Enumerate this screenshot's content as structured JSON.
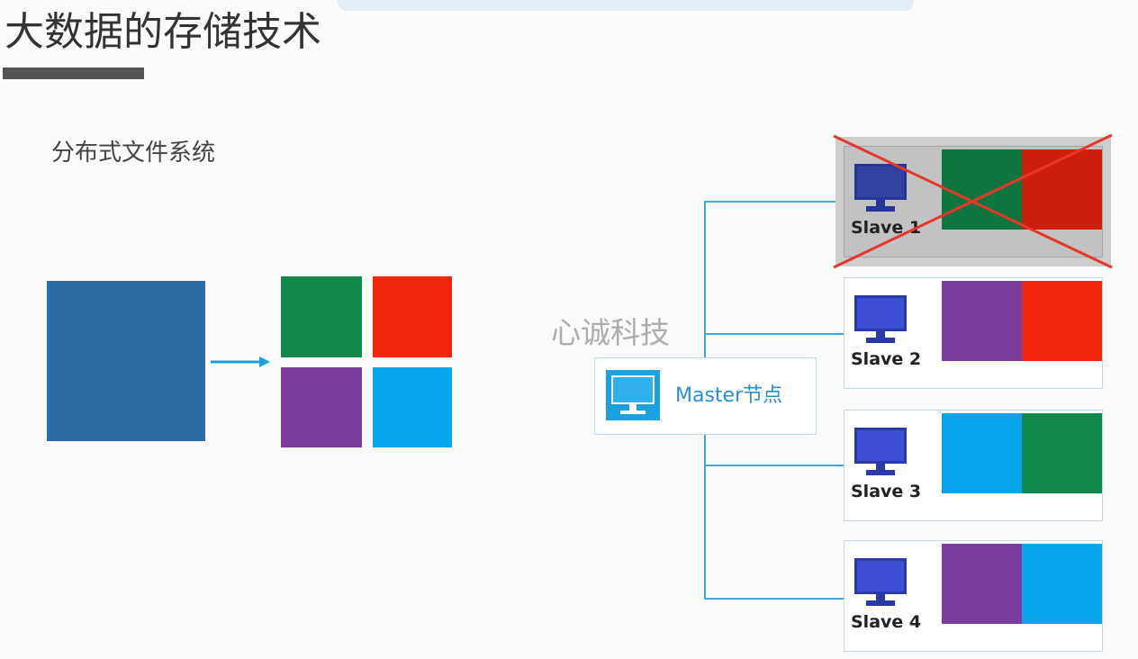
{
  "slide": {
    "title": "大数据的存储技术",
    "subtitle": "分布式文件系统",
    "watermark": "心诚科技"
  },
  "colors": {
    "accent_bar": "#555555",
    "connector": "#41a9d4",
    "arrow": "#1aa0dc",
    "failure_cross": "#e8362b",
    "master_text": "#2a8ed6"
  },
  "source_file": {
    "color": "#2a6ca3"
  },
  "file_blocks": [
    {
      "color": "#0f8a4c"
    },
    {
      "color": "#f1260c"
    },
    {
      "color": "#7a3d9e"
    },
    {
      "color": "#08a4ec"
    }
  ],
  "master": {
    "label": "Master节点",
    "icon": "monitor-icon"
  },
  "slaves": [
    {
      "label": "Slave 1",
      "failed": true,
      "icon": "monitor-icon",
      "blocks": [
        {
          "color": "#0f7540"
        },
        {
          "color": "#cc1f0e"
        }
      ]
    },
    {
      "label": "Slave 2",
      "failed": false,
      "icon": "monitor-icon",
      "blocks": [
        {
          "color": "#7a3d9e"
        },
        {
          "color": "#f1260c"
        }
      ]
    },
    {
      "label": "Slave 3",
      "failed": false,
      "icon": "monitor-icon",
      "blocks": [
        {
          "color": "#08a4ec"
        },
        {
          "color": "#0f8a4c"
        }
      ]
    },
    {
      "label": "Slave 4",
      "failed": false,
      "icon": "monitor-icon",
      "blocks": [
        {
          "color": "#7a3d9e"
        },
        {
          "color": "#08a4ec"
        }
      ]
    }
  ]
}
